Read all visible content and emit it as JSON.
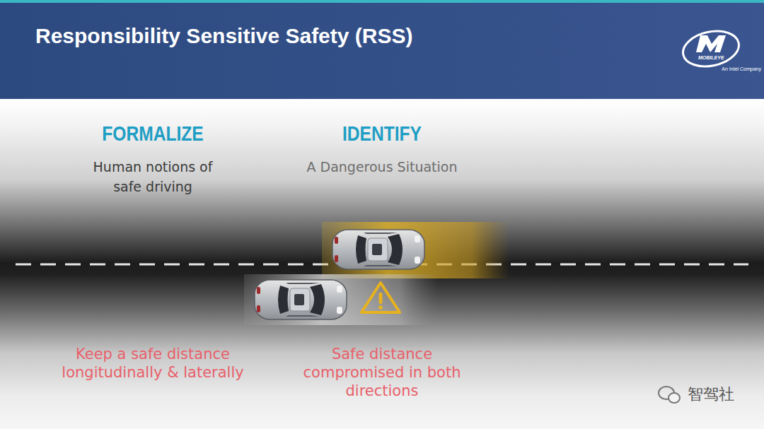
{
  "diagram": {
    "title": "Responsibility Sensitive Safety (RSS)",
    "labels": [
      "MOBILEYE",
      "An Intel Company",
      "FORMALIZE",
      "Human notions of safe driving",
      "IDENTIFY",
      "A Dangerous Situation",
      "Keep a safe distance longitudinally & laterally",
      "Safe distance compromised in both directions",
      "智驾社"
    ]
  }
}
